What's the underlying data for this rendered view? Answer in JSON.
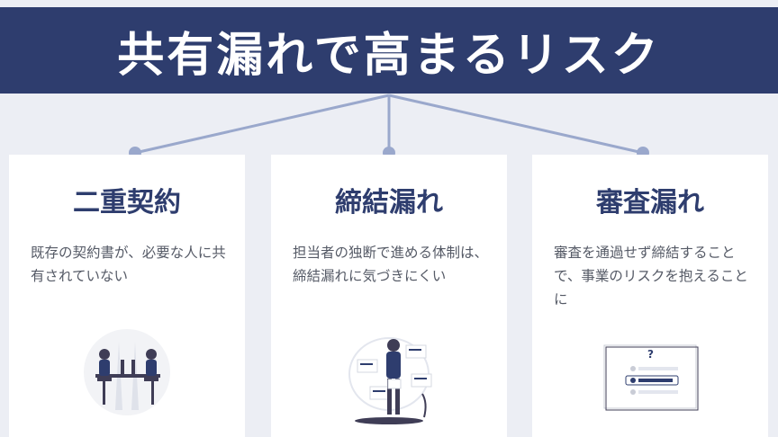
{
  "banner": {
    "title": "共有漏れで高まるリスク"
  },
  "cards": [
    {
      "title": "二重契約",
      "body": "既存の契約書が、必要な人に共有されていない",
      "illustration": "two-people-at-desks"
    },
    {
      "title": "締結漏れ",
      "body": "担当者の独断で進める体制は、締結漏れに気づきにくい",
      "illustration": "person-with-documents"
    },
    {
      "title": "審査漏れ",
      "body": "審査を通過せず締結することで、事業のリスクを抱えることに",
      "illustration": "question-list-window"
    }
  ],
  "illustration_text": {
    "question_mark": "?"
  },
  "colors": {
    "banner": "#2e3d6e",
    "background": "#eceef4",
    "connector": "#9aa8cc",
    "card": "#ffffff",
    "heading": "#2e3d6e",
    "body_text": "#555a66"
  }
}
